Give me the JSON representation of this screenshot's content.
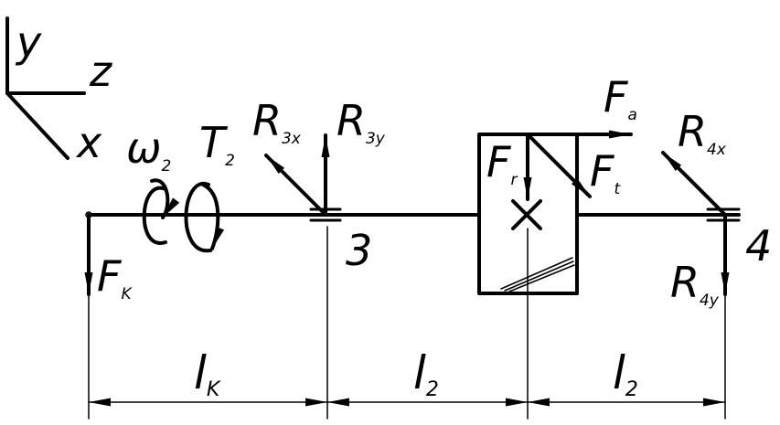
{
  "axes": {
    "y": "y",
    "z": "z",
    "x": "x"
  },
  "loads": {
    "omega": {
      "main": "ω",
      "sub": "2"
    },
    "torque": {
      "main": "T",
      "sub": "2"
    },
    "fk": {
      "main": "F",
      "sub": "K"
    },
    "r3x": {
      "main": "R",
      "sub": "3x"
    },
    "r3y": {
      "main": "R",
      "sub": "3y"
    },
    "fa": {
      "main": "F",
      "sub": "a"
    },
    "fr": {
      "main": "F",
      "sub": "r"
    },
    "ft": {
      "main": "F",
      "sub": "t"
    },
    "r4x": {
      "main": "R",
      "sub": "4x"
    },
    "r4y": {
      "main": "R",
      "sub": "4y"
    }
  },
  "supports": {
    "s3": "3",
    "s4": "4"
  },
  "dimensions": {
    "lk": {
      "main": "l",
      "sub": "K"
    },
    "l2a": {
      "main": "l",
      "sub": "2"
    },
    "l2b": {
      "main": "l",
      "sub": "2"
    }
  },
  "colors": {
    "ink": "#000000",
    "background": "#ffffff"
  }
}
